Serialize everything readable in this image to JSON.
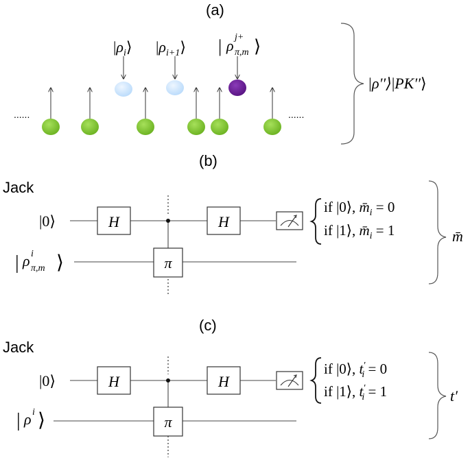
{
  "panel_a": {
    "label": "(a)",
    "ellipsis_left": "......",
    "ellipsis_right": "......",
    "ket_rho_i": {
      "open": "|",
      "sym": "ρ",
      "sub": "i",
      "close": "⟩"
    },
    "ket_rho_i1": {
      "open": "|",
      "sym": "ρ",
      "sub": "i+1",
      "close": "⟩"
    },
    "ket_rho_pi": {
      "open": "|",
      "sym": "ρ",
      "sup": "j+",
      "sub": "π,m",
      "close": "⟩"
    },
    "result": {
      "a": "|ρ′′⟩",
      "b": "|",
      "c": "PK′′",
      "d": "⟩"
    },
    "colors": {
      "green": "#7cc230",
      "light_blue": "#cfe5fb",
      "purple": "#6a1f96"
    }
  },
  "panel_b": {
    "label": "(b)",
    "party": "Jack",
    "ket0": "|0⟩",
    "ket_input": {
      "open": "|",
      "sym": "ρ",
      "sup": "i",
      "sub": "π,m",
      "close": "⟩"
    },
    "gate_h1": "H",
    "gate_pi": "π",
    "gate_h2": "H",
    "outcome_1": {
      "pre": "if |0⟩, ",
      "var": "m̄",
      "sub": "i",
      "post": " = 0"
    },
    "outcome_2": {
      "pre": "if |1⟩, ",
      "var": "m̄",
      "sub": "i",
      "post": " = 1"
    },
    "result": "m̄"
  },
  "panel_c": {
    "label": "(c)",
    "party": "Jack",
    "ket0": "|0⟩",
    "ket_input": {
      "open": "|",
      "sym": "ρ",
      "sup": "i",
      "close": "⟩"
    },
    "gate_h1": "H",
    "gate_pi": "π",
    "gate_h2": "H",
    "outcome_1": {
      "pre": "if |0⟩, ",
      "var": "t",
      "sup": "′",
      "sub": "i",
      "post": " = 0"
    },
    "outcome_2": {
      "pre": "if |1⟩, ",
      "var": "t",
      "sup": "′",
      "sub": "i",
      "post": " = 1"
    },
    "result": "t′"
  }
}
